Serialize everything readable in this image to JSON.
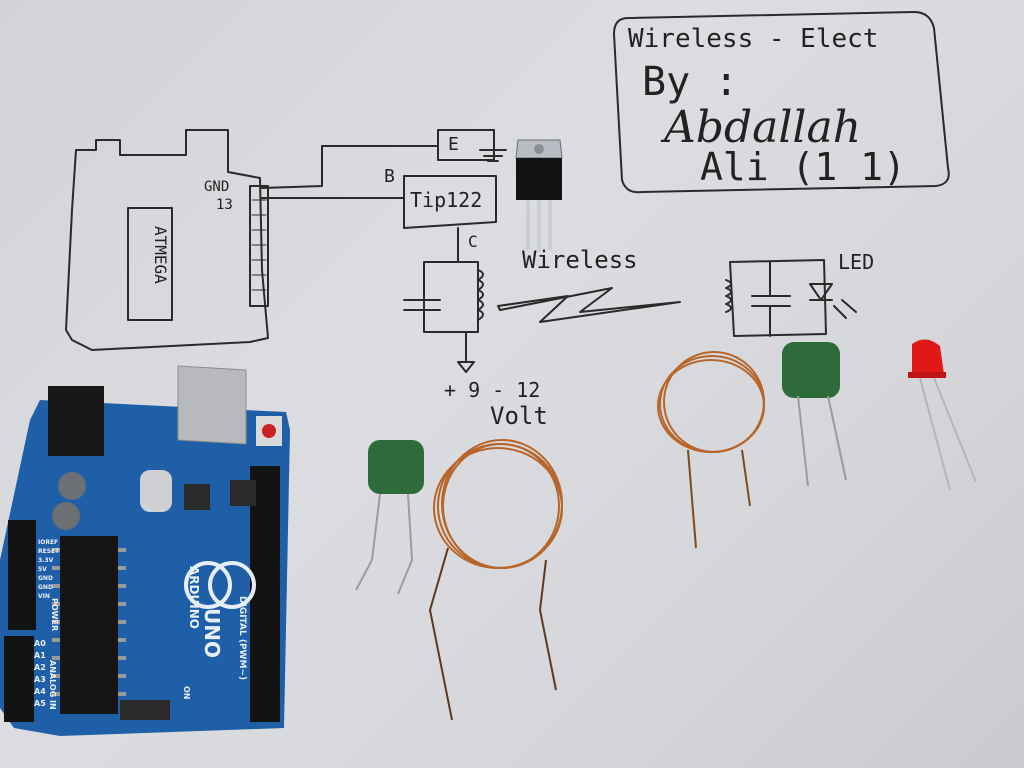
{
  "sketch": {
    "credit": {
      "title": "Wireless - Elect",
      "by": "By :",
      "name_line1": "Abdallah",
      "name_line2": "Ali (1_1)"
    },
    "labels": {
      "gnd": "GND",
      "pin": "13",
      "chip": "ATMEGA",
      "base": "B",
      "emitter": "E",
      "collector": "C",
      "transistor": "Tip122",
      "wireless": "Wireless",
      "led": "LED",
      "supply": "+ 9 - 12",
      "volt": "Volt"
    }
  },
  "board": {
    "brand": "ARDUINO",
    "model": "UNO",
    "digital_label": "DIGITAL (PWM~)",
    "power_label": "POWER",
    "analog_label": "ANALOG IN",
    "on_label": "ON",
    "pins_analog": [
      "A0",
      "A1",
      "A2",
      "A3",
      "A4",
      "A5"
    ],
    "pins_power": [
      "IOREF",
      "RESET",
      "3.3V",
      "5V",
      "GND",
      "GND",
      "VIN"
    ]
  },
  "colors": {
    "paper": "#dcdde1",
    "board_blue": "#1f5fa8",
    "copper": "#b8652a",
    "capacitor_green": "#2f6b3a",
    "led_red": "#e01818"
  }
}
